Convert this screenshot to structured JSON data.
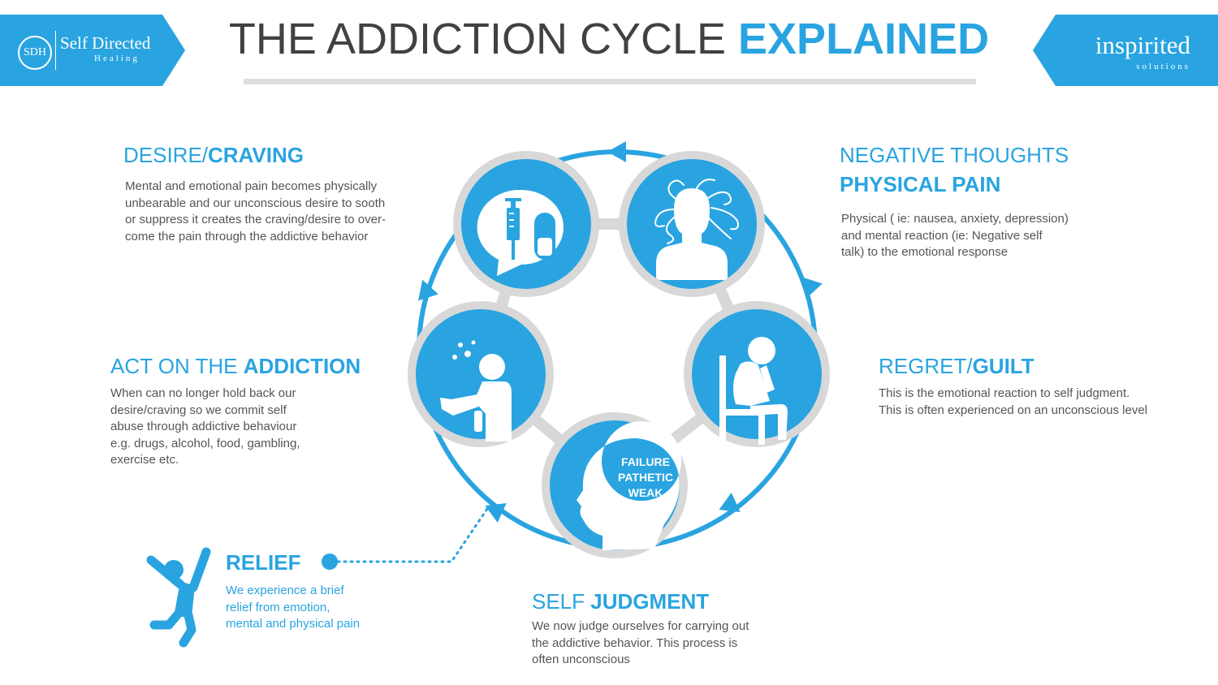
{
  "header": {
    "title_main": "THE ADDICTION CYCLE ",
    "title_accent": "EXPLAINED"
  },
  "logos": {
    "left": {
      "mark": "SDH",
      "name": "Self Directed",
      "tagline": "Healing"
    },
    "right": {
      "name": "inspirited",
      "tagline": "solutions"
    }
  },
  "stages": {
    "desire": {
      "title_plain": "DESIRE/",
      "title_bold": "CRAVING",
      "lines": [
        "Mental and emotional pain becomes physically",
        "unbearable and our unconscious desire to sooth",
        "or suppress it creates the craving/desire to over-",
        "come the pain through the addictive behavior"
      ],
      "icon": "syringe-pill-icon"
    },
    "negative": {
      "title_plain": "NEGATIVE THOUGHTS",
      "title_bold": "PHYSICAL PAIN",
      "lines": [
        "Physical ( ie: nausea, anxiety, depression)",
        "and mental reaction (ie: Negative self",
        "talk) to the emotional response"
      ],
      "icon": "troubled-head-icon"
    },
    "act": {
      "title_plain": "ACT ON THE ",
      "title_bold": "ADDICTION",
      "lines": [
        "When can no longer hold back our",
        "desire/craving so we commit self",
        "abuse through addictive behaviour",
        "e.g. drugs, alcohol, food, gambling,",
        "exercise etc."
      ],
      "icon": "person-drinking-icon"
    },
    "regret": {
      "title_plain": "REGRET/",
      "title_bold": "GUILT",
      "lines": [
        "This is the emotional reaction to self judgment.",
        "This is often experienced on an unconscious level"
      ],
      "icon": "person-sitting-head-in-hand-icon"
    },
    "judgment": {
      "title_plain": "SELF ",
      "title_bold": "JUDGMENT",
      "lines": [
        "We now judge ourselves for carrying out",
        "the addictive behavior. This process is",
        "often unconscious"
      ],
      "icon": "head-profile-icon",
      "brain_words": [
        "FAILURE",
        "PATHETIC",
        "WEAK"
      ]
    },
    "relief": {
      "title_bold": "RELIEF",
      "lines": [
        "We experience a brief",
        "relief from emotion,",
        "mental and physical pain"
      ],
      "icon": "jumping-person-icon"
    }
  },
  "colors": {
    "accent": "#29a4e0",
    "title_dark": "#414141",
    "body_text": "#555555",
    "ring_gray": "#d8d8d8"
  }
}
